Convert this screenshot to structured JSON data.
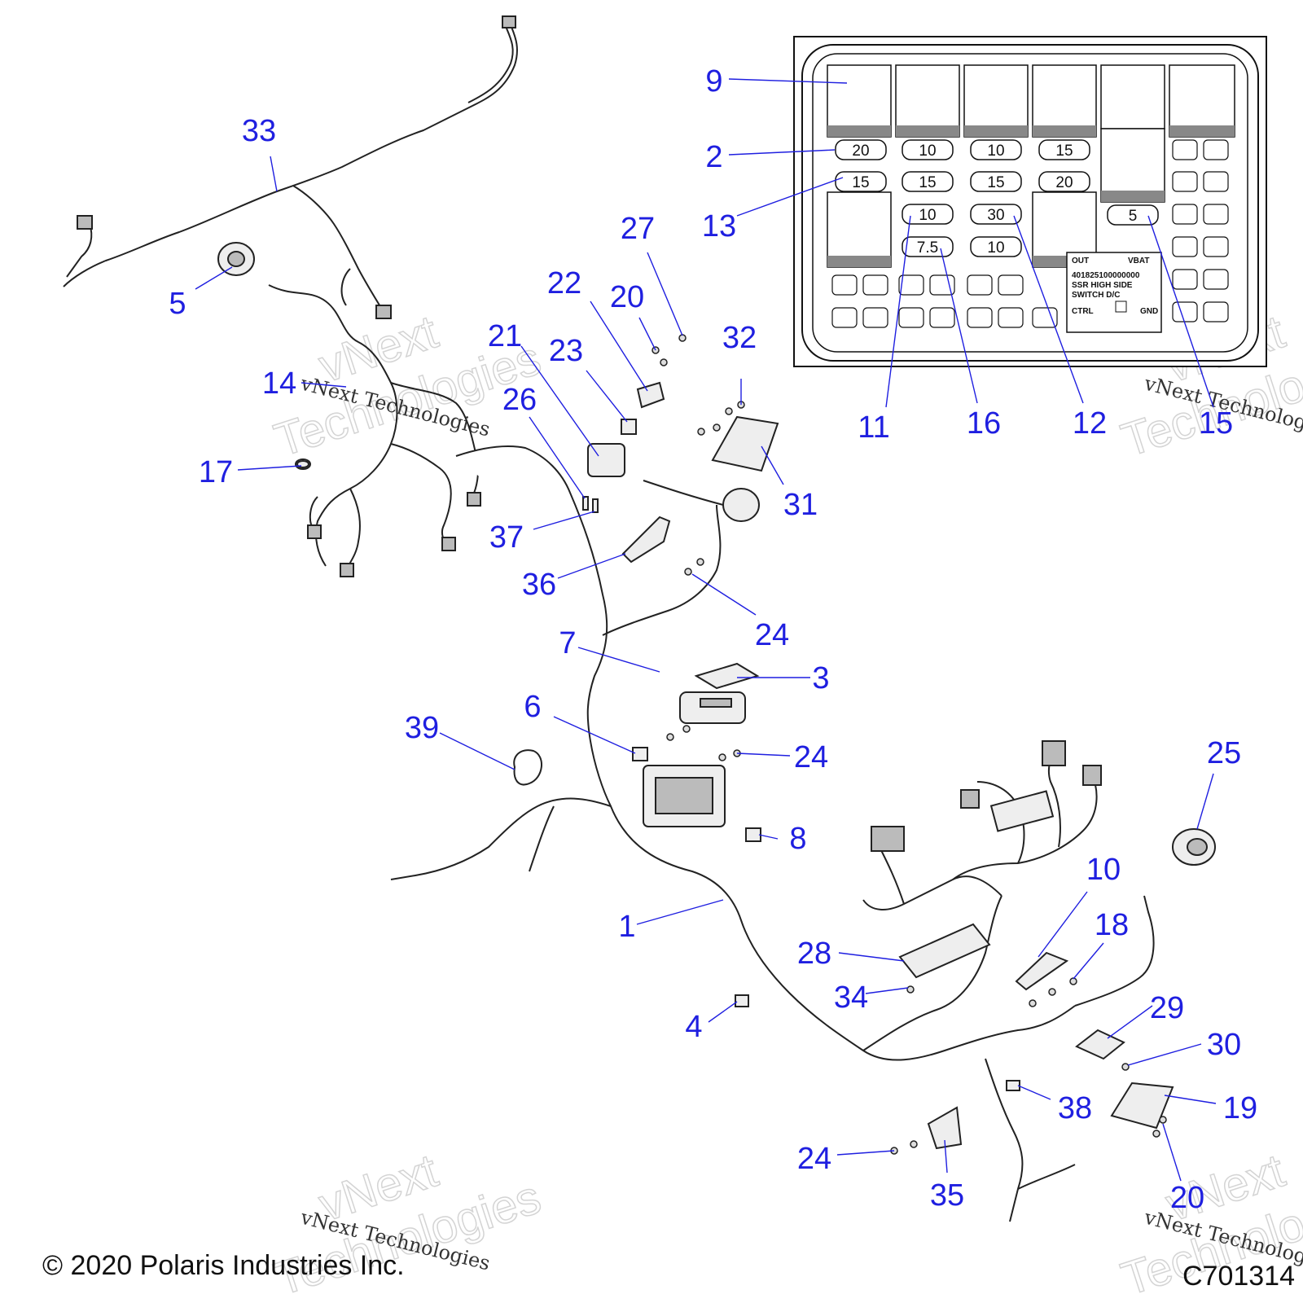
{
  "callouts": [
    {
      "id": "c1",
      "label": "1"
    },
    {
      "id": "c2",
      "label": "2"
    },
    {
      "id": "c3",
      "label": "3"
    },
    {
      "id": "c4",
      "label": "4"
    },
    {
      "id": "c5",
      "label": "5"
    },
    {
      "id": "c6",
      "label": "6"
    },
    {
      "id": "c7",
      "label": "7"
    },
    {
      "id": "c8",
      "label": "8"
    },
    {
      "id": "c9",
      "label": "9"
    },
    {
      "id": "c10",
      "label": "10"
    },
    {
      "id": "c11",
      "label": "11"
    },
    {
      "id": "c12",
      "label": "12"
    },
    {
      "id": "c13",
      "label": "13"
    },
    {
      "id": "c14",
      "label": "14"
    },
    {
      "id": "c15",
      "label": "15"
    },
    {
      "id": "c16",
      "label": "16"
    },
    {
      "id": "c17",
      "label": "17"
    },
    {
      "id": "c18",
      "label": "18"
    },
    {
      "id": "c19",
      "label": "19"
    },
    {
      "id": "c20a",
      "label": "20"
    },
    {
      "id": "c20b",
      "label": "20"
    },
    {
      "id": "c21",
      "label": "21"
    },
    {
      "id": "c22",
      "label": "22"
    },
    {
      "id": "c23",
      "label": "23"
    },
    {
      "id": "c24a",
      "label": "24"
    },
    {
      "id": "c24b",
      "label": "24"
    },
    {
      "id": "c24c",
      "label": "24"
    },
    {
      "id": "c25",
      "label": "25"
    },
    {
      "id": "c26",
      "label": "26"
    },
    {
      "id": "c27",
      "label": "27"
    },
    {
      "id": "c28",
      "label": "28"
    },
    {
      "id": "c29",
      "label": "29"
    },
    {
      "id": "c30",
      "label": "30"
    },
    {
      "id": "c31",
      "label": "31"
    },
    {
      "id": "c32",
      "label": "32"
    },
    {
      "id": "c33",
      "label": "33"
    },
    {
      "id": "c34",
      "label": "34"
    },
    {
      "id": "c35",
      "label": "35"
    },
    {
      "id": "c36",
      "label": "36"
    },
    {
      "id": "c37",
      "label": "37"
    },
    {
      "id": "c38",
      "label": "38"
    },
    {
      "id": "c39",
      "label": "39"
    }
  ],
  "fuse_box": {
    "fuse_ratings": [
      "20",
      "10",
      "10",
      "15",
      "15",
      "15",
      "15",
      "20",
      "10",
      "30",
      "5",
      "7.5",
      "10"
    ],
    "relay_module": {
      "out": "OUT",
      "vbat": "VBAT",
      "part_number": "401825100000000",
      "line1": "SSR  HIGH  SIDE",
      "line2": "SWITCH       D/C",
      "ctrl": "CTRL",
      "gnd": "GND"
    }
  },
  "watermark": {
    "big_line1": "vNext",
    "big_line2": "Technologies",
    "small": "vNext Technologies"
  },
  "footer": {
    "copyright": "© 2020 Polaris Industries Inc.",
    "figure_id": "C701314"
  },
  "colors": {
    "callout": "#1f1fe0",
    "line_art": "#222222",
    "watermark": "#d4d4d4"
  }
}
